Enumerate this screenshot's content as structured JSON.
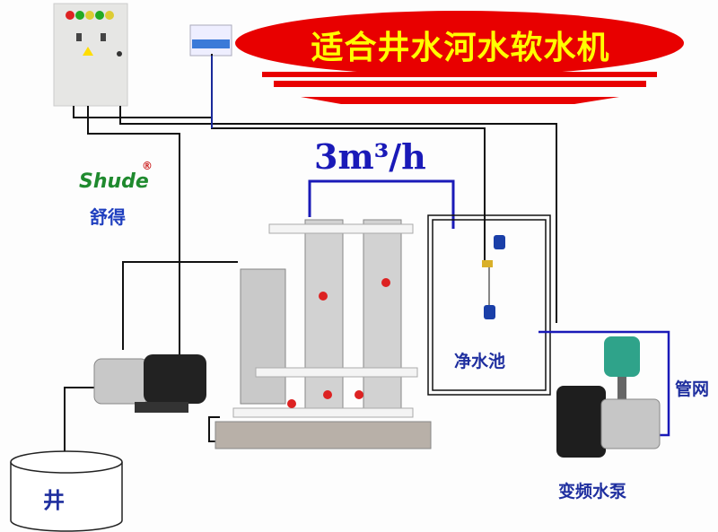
{
  "title": "适合井水河水软水机",
  "flow_rate": "3m³/h",
  "brand": {
    "name_cn": "舒得",
    "name_en": "Shude",
    "trademark": "®"
  },
  "labels": {
    "clean_water_pool": "净水池",
    "pipe_network": "管网",
    "variable_frequency_pump": "变频水泵",
    "well": "井"
  },
  "colors": {
    "banner": "#e80000",
    "title_text": "#ffff00",
    "label_blue": "#1f2f9f",
    "logo_green": "#1f8a2e"
  }
}
